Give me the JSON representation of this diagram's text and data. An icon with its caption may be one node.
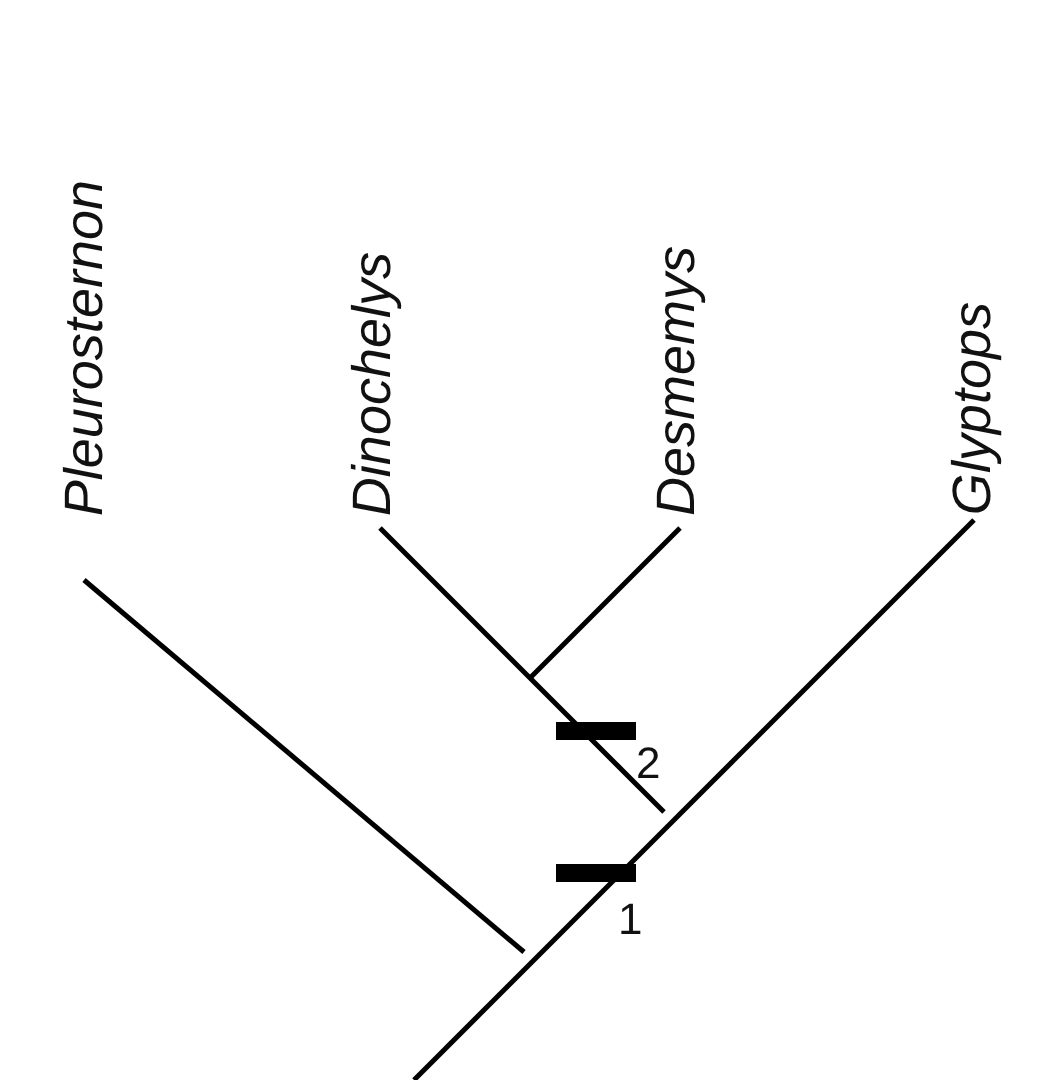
{
  "diagram": {
    "labels": [
      "Pleurosternon",
      "Dinochelys",
      "Desmemys",
      "Glyptops",
      "2",
      "1"
    ]
  }
}
